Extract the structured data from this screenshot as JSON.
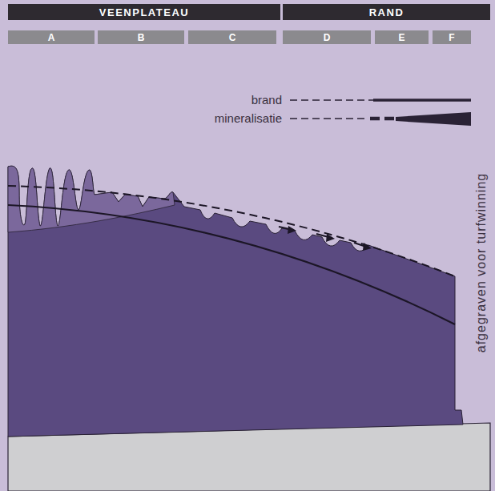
{
  "diagram": {
    "nodes": [
      {
        "text": [
          "VEENPLATEAU"
        ]
      },
      {
        "text": [
          "RAND"
        ]
      },
      {
        "text": [
          "A"
        ]
      },
      {
        "text": [
          "B"
        ]
      },
      {
        "text": [
          "C"
        ]
      },
      {
        "text": [
          "D"
        ]
      },
      {
        "text": [
          "E"
        ]
      },
      {
        "text": [
          "F"
        ]
      }
    ],
    "labels": [
      "afgegraven voor turfwinning"
    ],
    "legend": [
      {
        "text": "brand"
      },
      {
        "text": "mineralisatie"
      }
    ]
  }
}
